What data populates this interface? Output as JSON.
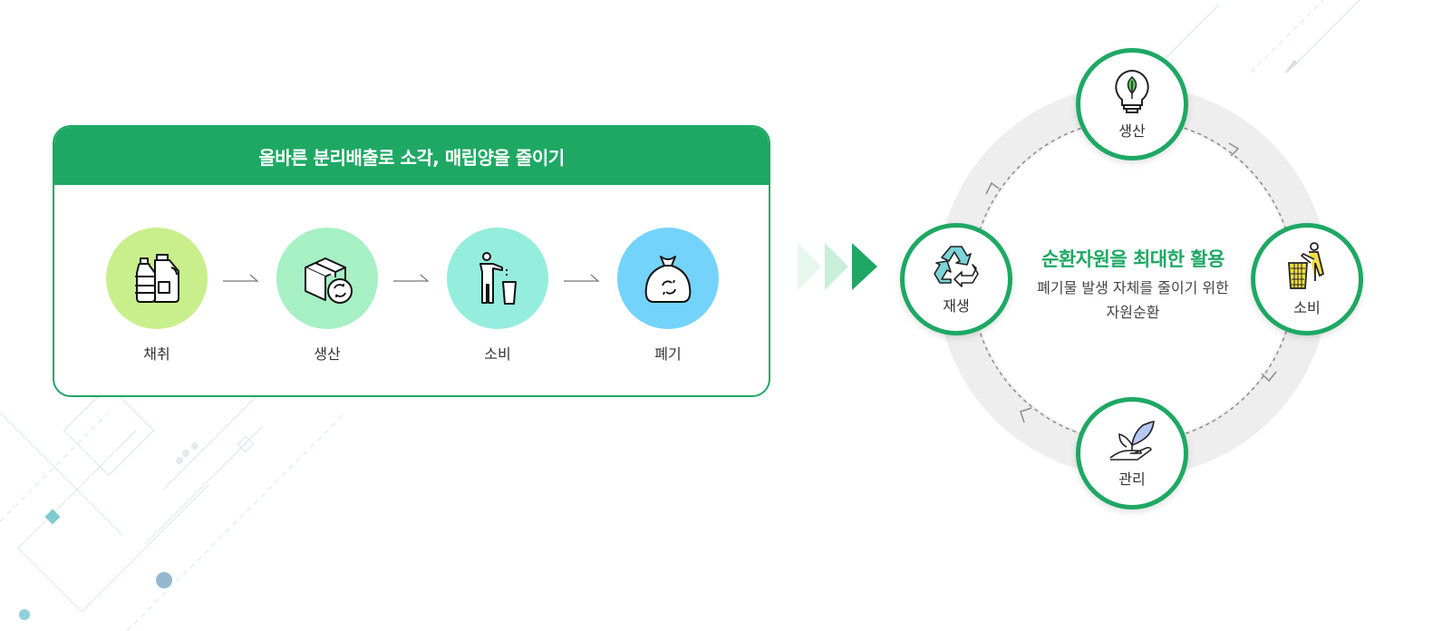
{
  "colors": {
    "brand_green": "#1ea864",
    "step1": "#c8ef8c",
    "step2": "#a6f0c4",
    "step3": "#95eddd",
    "step4": "#74d3fb",
    "ring": "#eeeeee",
    "dash": "#8c8c8c"
  },
  "linear": {
    "header": "올바른 분리배출로 소각, 매립양을 줄이기",
    "steps": [
      {
        "label": "채취",
        "icon": "bottle-jug-icon"
      },
      {
        "label": "생산",
        "icon": "recycle-box-icon"
      },
      {
        "label": "소비",
        "icon": "person-trash-icon"
      },
      {
        "label": "폐기",
        "icon": "trash-bag-icon"
      }
    ]
  },
  "cycle": {
    "title": "순환자원을 최대한 활용",
    "desc_line1": "폐기물 발생 자체를 줄이기 위한",
    "desc_line2": "자원순환",
    "nodes": [
      {
        "label": "생산",
        "icon": "lightbulb-leaf-icon"
      },
      {
        "label": "소비",
        "icon": "trash-can-icon"
      },
      {
        "label": "관리",
        "icon": "hand-sprout-icon"
      },
      {
        "label": "재생",
        "icon": "recycle-icon"
      }
    ]
  }
}
